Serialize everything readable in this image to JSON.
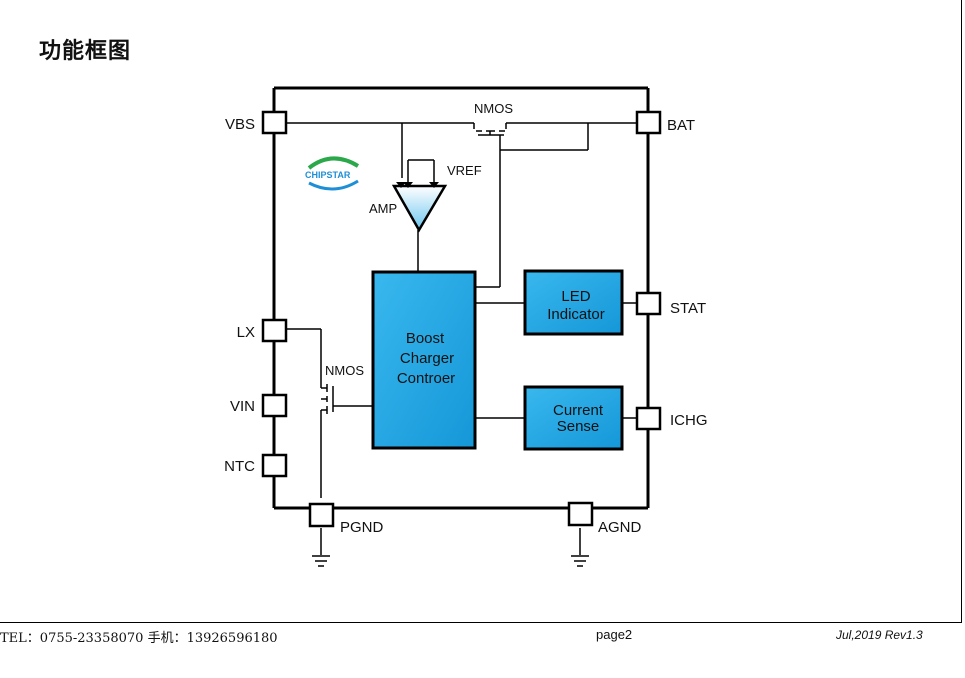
{
  "page_title": "功能框图",
  "diagram": {
    "pins": {
      "vbs": "VBS",
      "bat": "BAT",
      "stat": "STAT",
      "ichg": "ICHG",
      "lx": "LX",
      "vin": "VIN",
      "ntc": "NTC",
      "pgnd": "PGND",
      "agnd": "AGND"
    },
    "components": {
      "nmos_top": "NMOS",
      "nmos_low": "NMOS",
      "vref": "VREF",
      "amp": "AMP",
      "boost_line1": "Boost",
      "boost_line2": "Charger",
      "boost_line3": "Controer",
      "led_line1": "LED",
      "led_line2": "Indicator",
      "current_line1": "Current",
      "current_line2": "Sense"
    },
    "logo_text": "CHIPSTAR",
    "colors": {
      "block_fill": "#1aa7e0",
      "line": "#000000",
      "logo_green": "#2aa84a",
      "logo_blue": "#1e8fd6"
    }
  },
  "footer": {
    "contact": "TEL：0755-23358070    手机：13926596180",
    "page": "page2",
    "revision": "Jul,2019  Rev1.3"
  }
}
